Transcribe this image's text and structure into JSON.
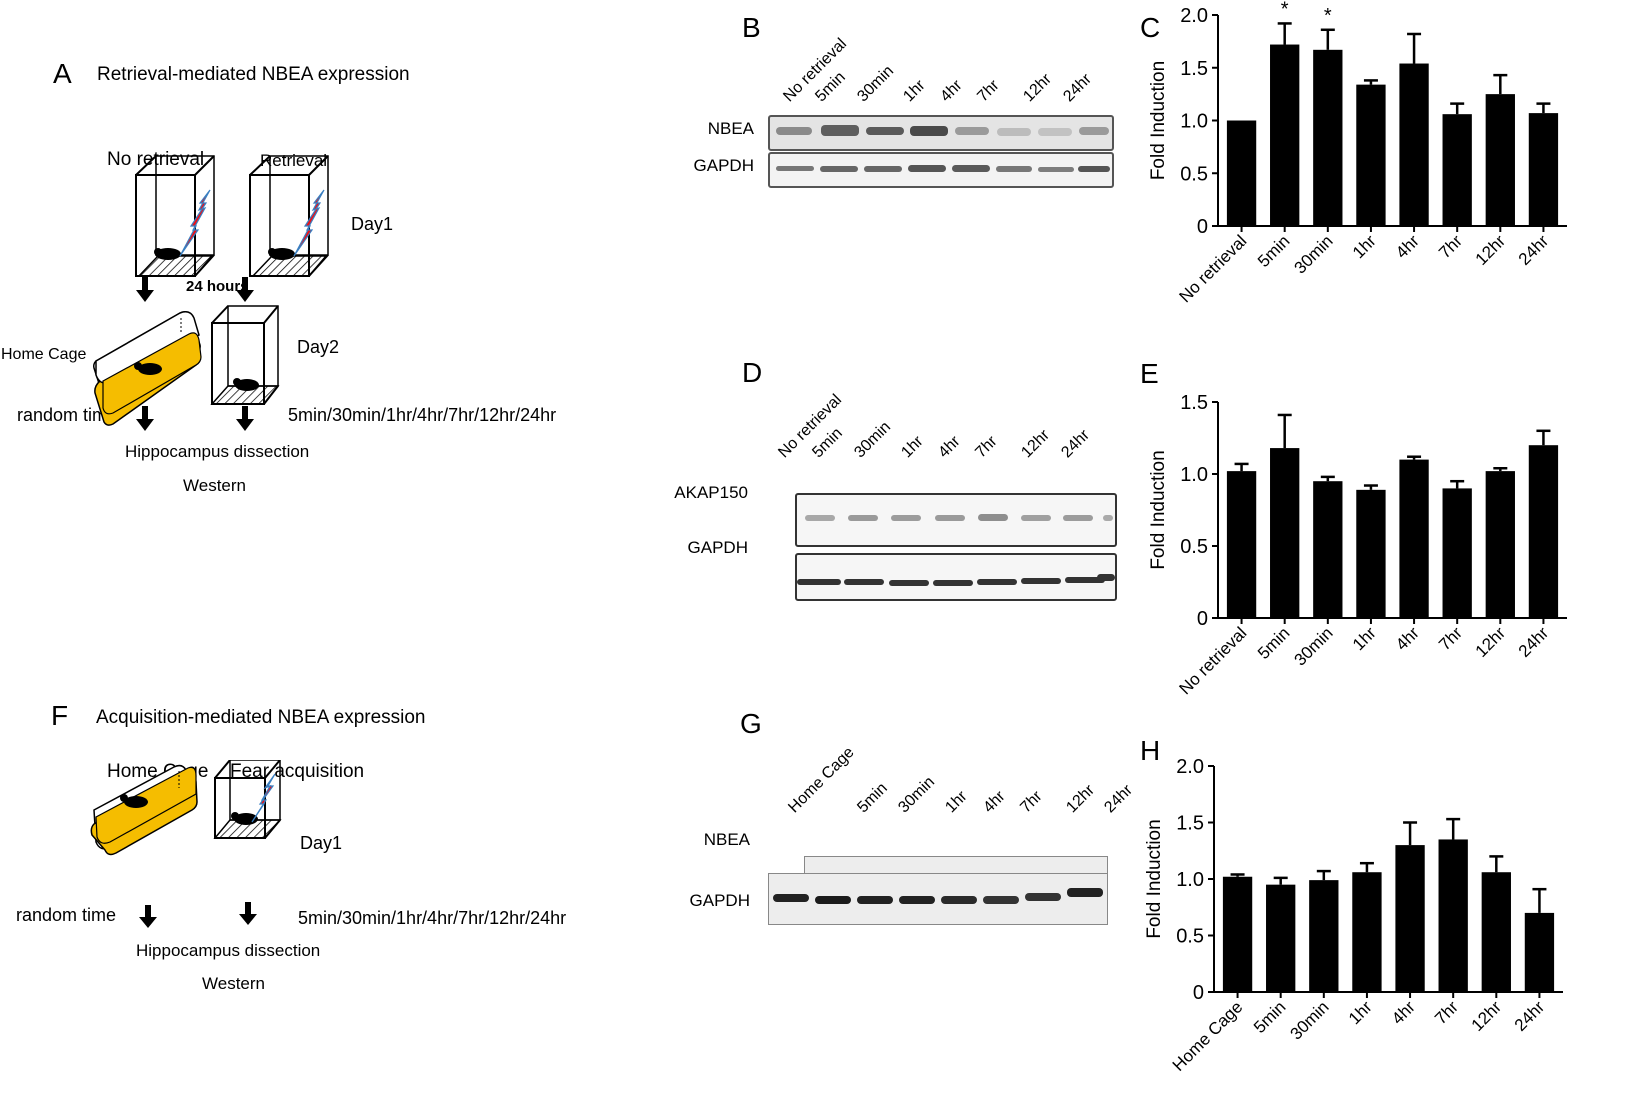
{
  "panels": {
    "A": {
      "letter": "A",
      "title": "Retrieval-mediated NBEA expression",
      "groups": [
        "No retrieval",
        "Retrieval"
      ],
      "day1": "Day1",
      "interval": "24 hours",
      "home_cage": "Home Cage",
      "day2": "Day2",
      "random_time": "random time",
      "timepoints": "5min/30min/1hr/4hr/7hr/12hr/24hr",
      "dissection": "Hippocampus dissection",
      "assay": "Western"
    },
    "B": {
      "letter": "B",
      "lanes": [
        "No retrieval",
        "5min",
        "30min",
        "1hr",
        "4hr",
        "7hr",
        "12hr",
        "24hr"
      ],
      "rows": [
        "NBEA",
        "GAPDH"
      ]
    },
    "D": {
      "letter": "D",
      "lanes": [
        "No retrieval",
        "5min",
        "30min",
        "1hr",
        "4hr",
        "7hr",
        "12hr",
        "24hr"
      ],
      "rows": [
        "AKAP150",
        "GAPDH"
      ]
    },
    "F": {
      "letter": "F",
      "title": "Acquisition-mediated NBEA expression",
      "groups": [
        "Home Cage",
        "Fear acquisition"
      ],
      "day1": "Day1",
      "random_time": "random time",
      "timepoints": "5min/30min/1hr/4hr/7hr/12hr/24hr",
      "dissection": "Hippocampus dissection",
      "assay": "Western"
    },
    "G": {
      "letter": "G",
      "lanes": [
        "Home Cage",
        "5min",
        "30min",
        "1hr",
        "4hr",
        "7hr",
        "12hr",
        "24hr"
      ],
      "rows": [
        "NBEA",
        "GAPDH"
      ]
    },
    "C": {
      "letter": "C"
    },
    "E": {
      "letter": "E"
    },
    "H": {
      "letter": "H"
    }
  },
  "colors": {
    "bar": "#000000",
    "home_cage_fill": "#f5bd00",
    "shock_red": "#e8141a",
    "shock_outline": "#3a7fc1"
  },
  "chart_data": [
    {
      "panel": "C",
      "type": "bar",
      "title": "",
      "xlabel": "",
      "ylabel": "Fold Induction",
      "ylim": [
        0,
        2.0
      ],
      "yticks": [
        "0",
        "0.5",
        "1.0",
        "1.5",
        "2.0"
      ],
      "grid": false,
      "categories": [
        "No retrieval",
        "5min",
        "30min",
        "1hr",
        "4hr",
        "7hr",
        "12hr",
        "24hr"
      ],
      "values": [
        1.0,
        1.72,
        1.67,
        1.34,
        1.54,
        1.06,
        1.25,
        1.07
      ],
      "error_upper": [
        0.0,
        0.2,
        0.19,
        0.04,
        0.28,
        0.1,
        0.18,
        0.09
      ],
      "annotations": [
        "",
        "*",
        "*",
        "",
        "",
        "",
        "",
        ""
      ]
    },
    {
      "panel": "E",
      "type": "bar",
      "title": "",
      "xlabel": "",
      "ylabel": "Fold Induction",
      "ylim": [
        0,
        1.5
      ],
      "yticks": [
        "0",
        "0.5",
        "1.0",
        "1.5"
      ],
      "grid": false,
      "categories": [
        "No retrieval",
        "5min",
        "30min",
        "1hr",
        "4hr",
        "7hr",
        "12hr",
        "24hr"
      ],
      "values": [
        1.02,
        1.18,
        0.95,
        0.89,
        1.1,
        0.9,
        1.02,
        1.2
      ],
      "error_upper": [
        0.05,
        0.23,
        0.03,
        0.03,
        0.02,
        0.05,
        0.02,
        0.1
      ],
      "annotations": [
        "",
        "",
        "",
        "",
        "",
        "",
        "",
        ""
      ]
    },
    {
      "panel": "H",
      "type": "bar",
      "title": "",
      "xlabel": "",
      "ylabel": "Fold Induction",
      "ylim": [
        0,
        2.0
      ],
      "yticks": [
        "0",
        "0.5",
        "1.0",
        "1.5",
        "2.0"
      ],
      "grid": false,
      "categories": [
        "Home Cage",
        "5min",
        "30min",
        "1hr",
        "4hr",
        "7hr",
        "12hr",
        "24hr"
      ],
      "values": [
        1.02,
        0.95,
        0.99,
        1.06,
        1.3,
        1.35,
        1.06,
        0.7
      ],
      "error_upper": [
        0.02,
        0.06,
        0.08,
        0.08,
        0.2,
        0.18,
        0.14,
        0.21
      ],
      "annotations": [
        "",
        "",
        "",
        "",
        "",
        "",
        "",
        ""
      ]
    }
  ]
}
